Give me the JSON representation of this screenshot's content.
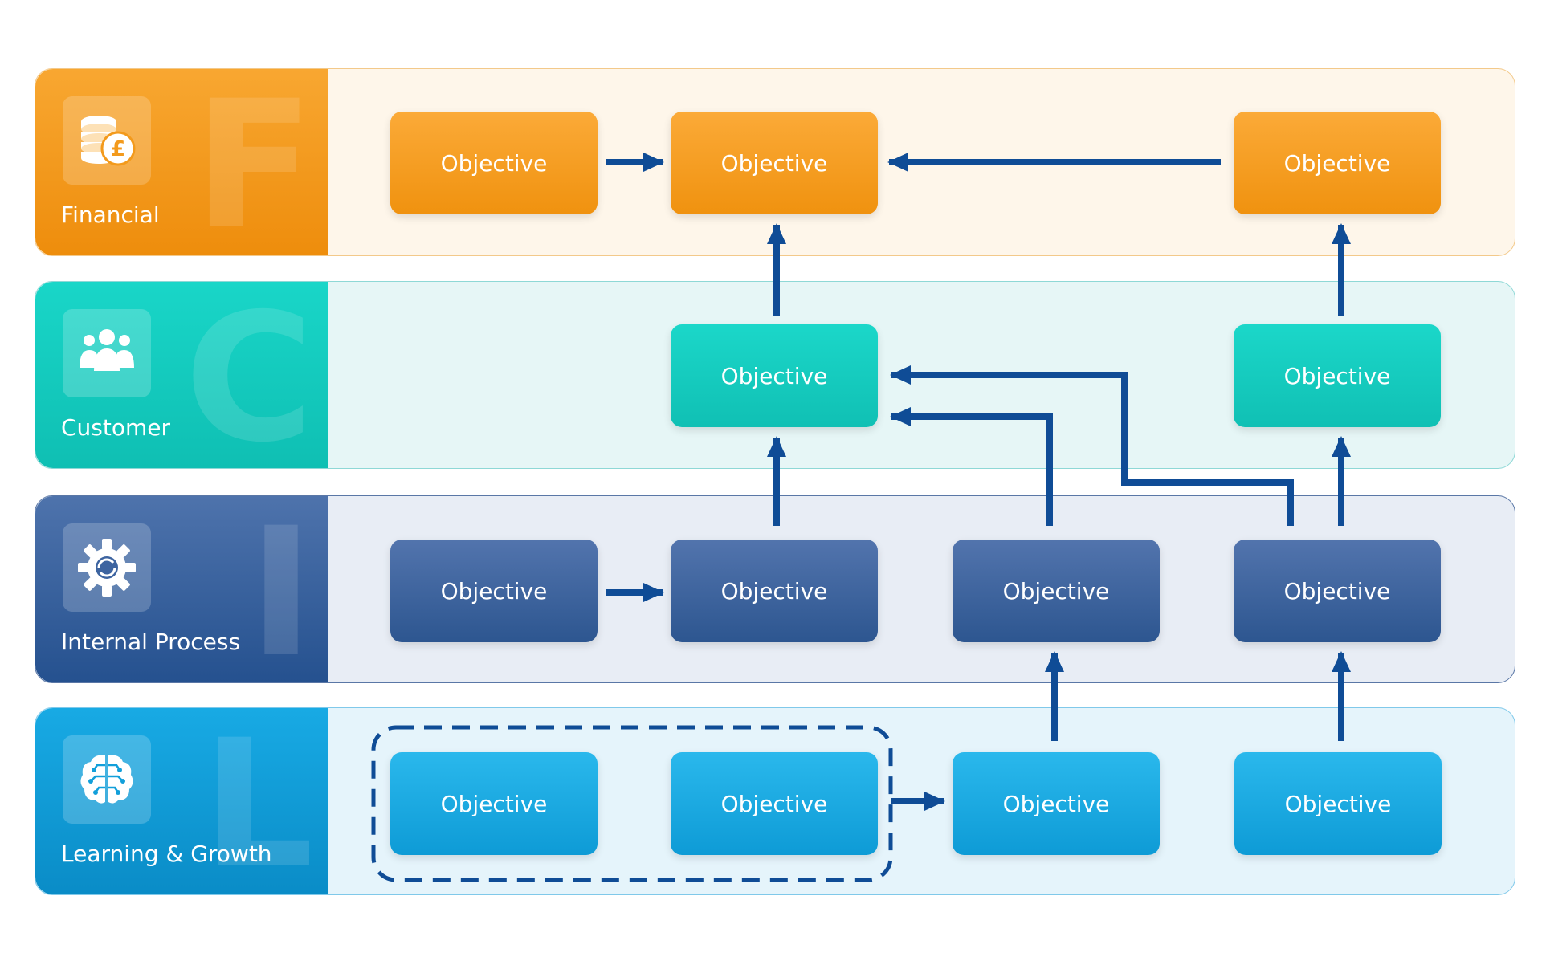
{
  "lanes": {
    "financial": {
      "label": "Financial",
      "letter": "F",
      "icon": "coins-pound-icon",
      "color": "#f39a1c"
    },
    "customer": {
      "label": "Customer",
      "letter": "C",
      "icon": "people-icon",
      "color": "#15ccc0"
    },
    "internal": {
      "label": "Internal Process",
      "letter": "I",
      "icon": "gear-icon",
      "color": "#3a609c"
    },
    "learning": {
      "label": "Learning & Growth",
      "letter": "L",
      "icon": "brain-icon",
      "color": "#129fda"
    }
  },
  "objectives": {
    "financial": [
      "Objective",
      "Objective",
      "Objective"
    ],
    "customer": [
      "Objective",
      "Objective"
    ],
    "internal": [
      "Objective",
      "Objective",
      "Objective",
      "Objective"
    ],
    "learning": [
      "Objective",
      "Objective",
      "Objective",
      "Objective"
    ]
  },
  "connector_color": "#0f4c96"
}
